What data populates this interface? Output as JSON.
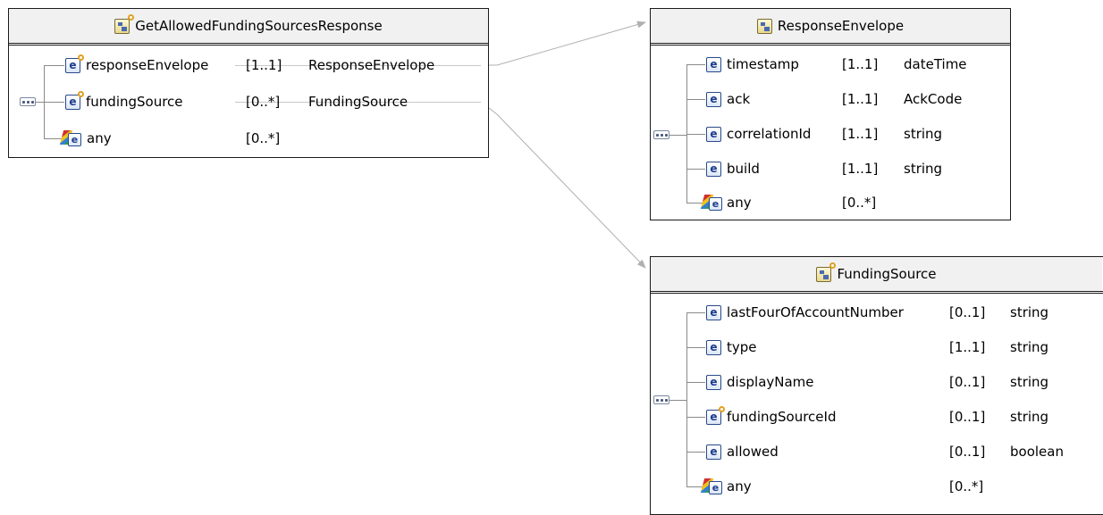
{
  "diagram": {
    "boxes": {
      "root": {
        "title": "GetAllowedFundingSourcesResponse",
        "title_icon": "complex-type-optional-icon",
        "rows": [
          {
            "icon": "element-optional-icon",
            "name": "responseEnvelope",
            "mult": "[1..1]",
            "type": "ResponseEnvelope"
          },
          {
            "icon": "element-optional-icon",
            "name": "fundingSource",
            "mult": "[0..*]",
            "type": "FundingSource"
          },
          {
            "icon": "any-element-icon",
            "name": "any",
            "mult": "[0..*]",
            "type": ""
          }
        ]
      },
      "envelope": {
        "title": "ResponseEnvelope",
        "title_icon": "complex-type-icon",
        "rows": [
          {
            "icon": "element-icon",
            "name": "timestamp",
            "mult": "[1..1]",
            "type": "dateTime"
          },
          {
            "icon": "element-icon",
            "name": "ack",
            "mult": "[1..1]",
            "type": "AckCode"
          },
          {
            "icon": "element-icon",
            "name": "correlationId",
            "mult": "[1..1]",
            "type": "string"
          },
          {
            "icon": "element-icon",
            "name": "build",
            "mult": "[1..1]",
            "type": "string"
          },
          {
            "icon": "any-element-icon",
            "name": "any",
            "mult": "[0..*]",
            "type": ""
          }
        ]
      },
      "funding": {
        "title": "FundingSource",
        "title_icon": "complex-type-optional-icon",
        "rows": [
          {
            "icon": "element-icon",
            "name": "lastFourOfAccountNumber",
            "mult": "[0..1]",
            "type": "string"
          },
          {
            "icon": "element-icon",
            "name": "type",
            "mult": "[1..1]",
            "type": "string"
          },
          {
            "icon": "element-icon",
            "name": "displayName",
            "mult": "[0..1]",
            "type": "string"
          },
          {
            "icon": "element-optional-icon",
            "name": "fundingSourceId",
            "mult": "[0..1]",
            "type": "string"
          },
          {
            "icon": "element-icon",
            "name": "allowed",
            "mult": "[0..1]",
            "type": "boolean"
          },
          {
            "icon": "any-element-icon",
            "name": "any",
            "mult": "[0..*]",
            "type": ""
          }
        ]
      }
    },
    "colors": {
      "border": "#1a1a1a",
      "header_bg": "#f1f1f1",
      "connector": "#a0a0a0"
    }
  }
}
